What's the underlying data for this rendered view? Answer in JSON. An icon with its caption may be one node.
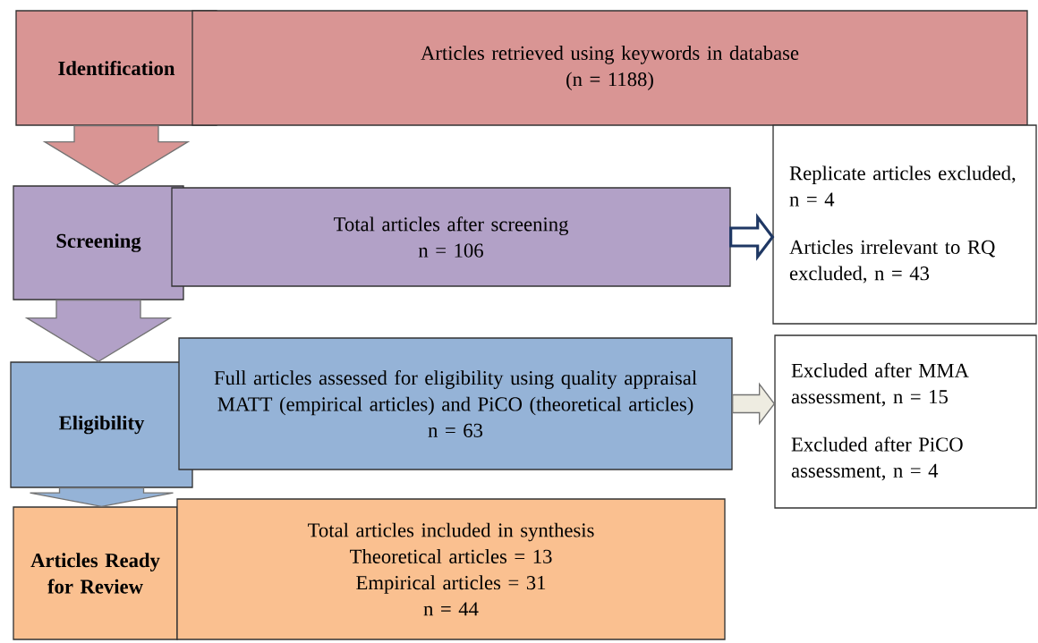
{
  "diagram": {
    "nodes": [
      {
        "text": [
          "Identification"
        ]
      },
      {
        "text": [
          "Articles retrieved using keywords in database",
          "(n = 1188)"
        ]
      },
      {
        "text": [
          "Screening"
        ]
      },
      {
        "text": [
          "Total articles after screening",
          "n = 106"
        ]
      },
      {
        "text": [
          "Replicate articles excluded, n = 4",
          "Articles irrelevant to RQ excluded, n = 43"
        ]
      },
      {
        "text": [
          "Eligibility"
        ]
      },
      {
        "text": [
          "Full articles assessed for eligibility using quality appraisal MATT (empirical articles) and PiCO (theoretical articles)",
          "n = 63"
        ]
      },
      {
        "text": [
          "Excluded after MMA assessment, n = 15",
          "Excluded after PiCO assessment, n = 4"
        ]
      },
      {
        "text": [
          "Articles Ready for Review"
        ]
      },
      {
        "text": [
          "Total articles included in synthesis",
          "Theoretical articles = 13",
          "Empirical articles = 31",
          "n = 44"
        ]
      }
    ],
    "edges": [
      {
        "from": 0,
        "to": 2,
        "arrow": "to",
        "color": "#d99594"
      },
      {
        "from": 3,
        "to": 4,
        "arrow": "to",
        "style": "thick",
        "color": "#ffffff"
      },
      {
        "from": 2,
        "to": 5,
        "arrow": "to",
        "color": "#b2a1c7"
      },
      {
        "from": 6,
        "to": 7,
        "arrow": "to",
        "color": "#eeece1"
      },
      {
        "from": 5,
        "to": 8,
        "arrow": "to",
        "color": "#95b3d7"
      }
    ]
  }
}
